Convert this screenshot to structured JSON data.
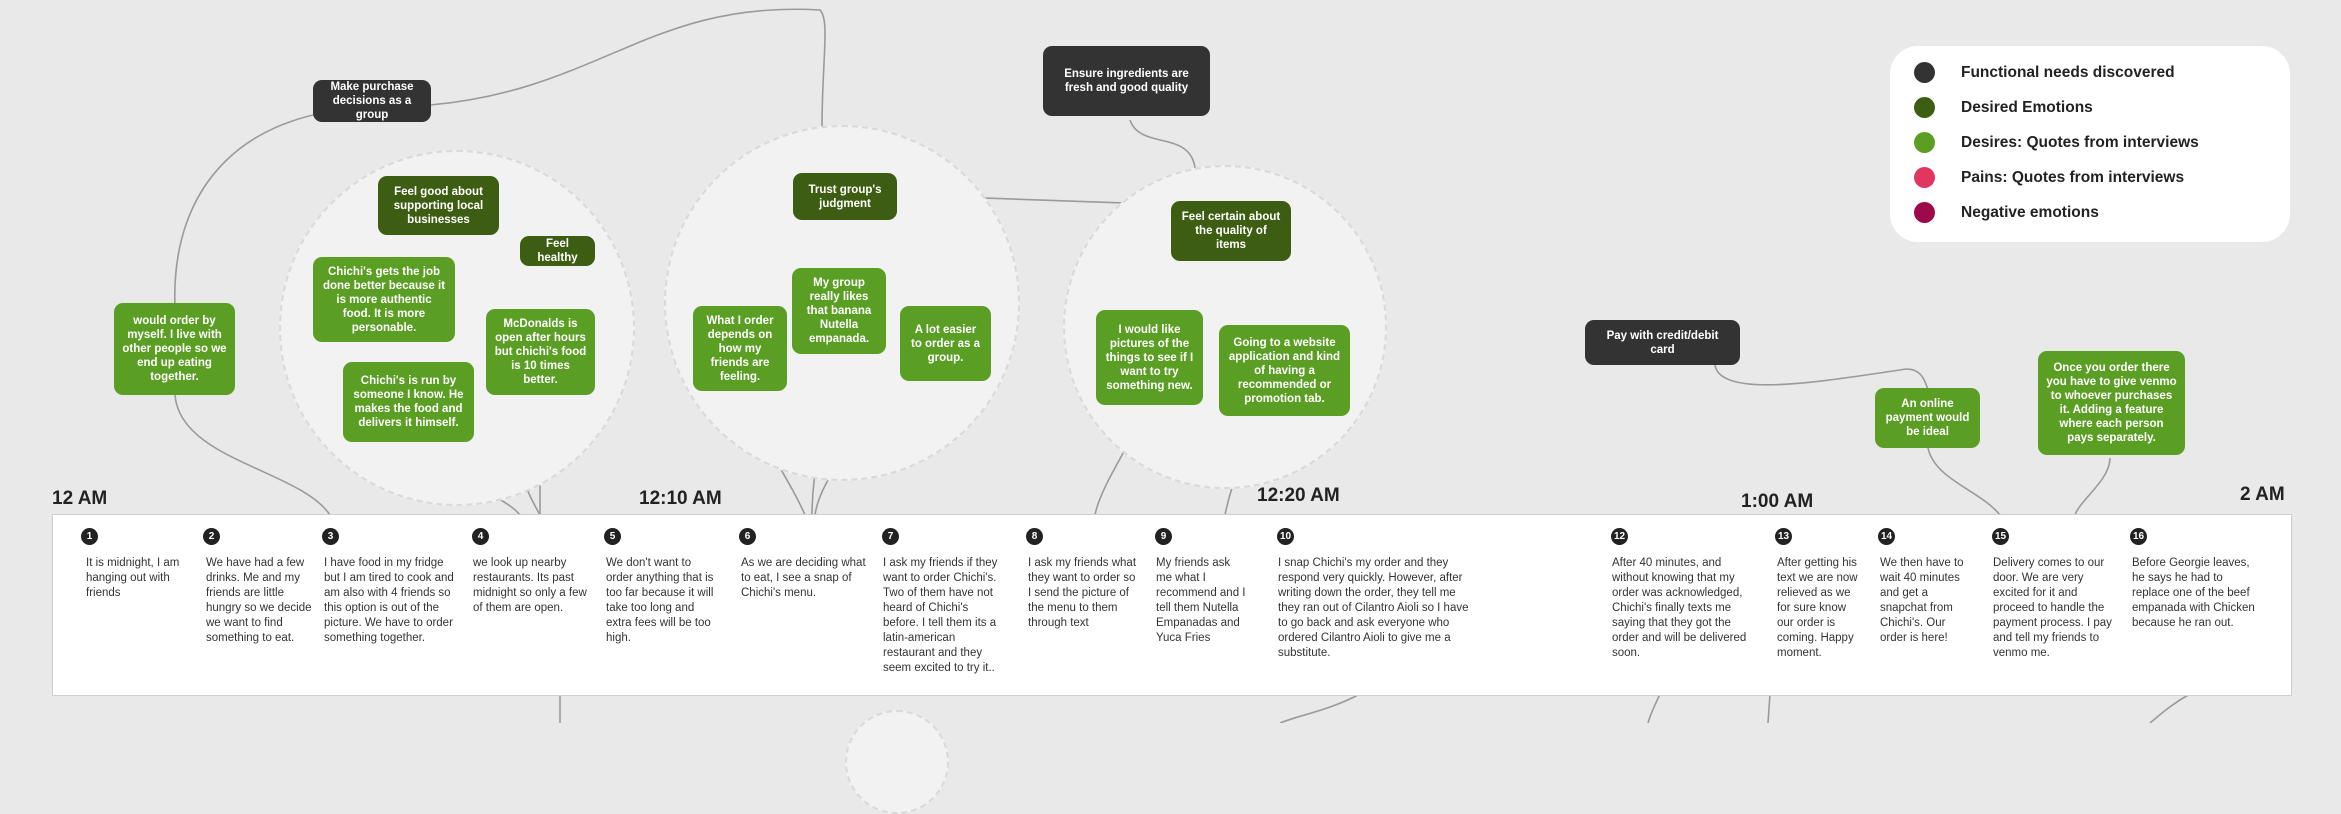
{
  "legend": {
    "items": [
      {
        "label": "Functional needs discovered",
        "color": "#333333"
      },
      {
        "label": "Desired Emotions",
        "color": "#3d5e12"
      },
      {
        "label": "Desires: Quotes from interviews",
        "color": "#5a9e23"
      },
      {
        "label": "Pains: Quotes from interviews",
        "color": "#e0365f"
      },
      {
        "label": "Negative emotions",
        "color": "#9c0a4a"
      }
    ]
  },
  "times": [
    "12 AM",
    "12:10 AM",
    "12:20 AM",
    "1:00 AM",
    "2 AM"
  ],
  "nodes": {
    "make_purchase": "Make purchase decisions as a group",
    "would_order": "would order by myself. I live with other people so we end up eating together.",
    "feel_good_local": "Feel good about supporting local businesses",
    "feel_healthy": "Feel healthy",
    "chichi_better": "Chichi's gets the job done better because it is more authentic food. It is more personable.",
    "mcdonalds": "McDonalds is open after hours but chichi's food is 10 times better.",
    "run_by_someone": "Chichi's is run by someone I know. He makes the food and delivers it himself.",
    "trust_group": "Trust group's judgment",
    "what_i_order": "What I order depends on how my friends are feeling.",
    "group_likes": "My group really likes that banana Nutella empanada.",
    "easier_group": "A lot easier to order as a group.",
    "ensure_fresh": "Ensure ingredients are fresh and good quality",
    "feel_certain": "Feel certain about the quality of items",
    "pictures": "I would like pictures of the things to see if I want to try something new.",
    "website_app": "Going to a website application and kind of having a recommended or promotion tab.",
    "pay_card": "Pay with credit/debit card",
    "online_payment": "An online payment would be ideal",
    "venmo": "Once you order there you have to give venmo to whoever purchases it. Adding a feature where each person pays separately."
  },
  "steps": [
    {
      "n": "1",
      "text": "It is midnight, I am hanging out with friends"
    },
    {
      "n": "2",
      "text": "We have had a few drinks. Me and my friends are little hungry so we decide we want to find something to eat."
    },
    {
      "n": "3",
      "text": "I have food in my fridge but I am tired to cook and am also with 4  friends so this option is out of the picture. We have to order something together."
    },
    {
      "n": "4",
      "text": "we look up nearby restaurants. Its past midnight so only a few of them are open."
    },
    {
      "n": "5",
      "text": "We don't want to order anything that is too far because it will take too long and extra fees will be too high."
    },
    {
      "n": "6",
      "text": "As we are deciding what to eat, I see a snap of Chichi's menu."
    },
    {
      "n": "7",
      "text": "I ask my friends if they want to order Chichi's. Two of them have not heard of Chichi's before. I tell them its a latin-american restaurant and they seem excited to try it.."
    },
    {
      "n": "8",
      "text": "I ask my friends what they want to order so I send the picture of the menu to them through text"
    },
    {
      "n": "9",
      "text": "My friends ask me what I recommend and I tell them Nutella Empanadas and Yuca Fries"
    },
    {
      "n": "10",
      "text": "I snap Chichi's my order and they respond very quickly. However, after writing down the order, they tell me they ran out of Cilantro Aioli so I have to go back and ask everyone who ordered Cilantro Aioli to give me a substitute."
    },
    {
      "n": "12",
      "text": "After 40 minutes, and without knowing that my order was acknowledged, Chichi's finally texts me saying that they got the order and will be delivered soon."
    },
    {
      "n": "13",
      "text": "After getting his text we are now relieved as we for sure know our order is coming. Happy moment."
    },
    {
      "n": "14",
      "text": "We then have to wait 40 minutes and get a snapchat from Chichi's. Our order is here!"
    },
    {
      "n": "15",
      "text": "Delivery comes to our door. We are very excited for it and proceed to handle the payment process. I pay and tell my friends to venmo me."
    },
    {
      "n": "16",
      "text": "Before Georgie leaves, he says he had to replace one of the beef empanada with Chicken because he ran out."
    }
  ]
}
